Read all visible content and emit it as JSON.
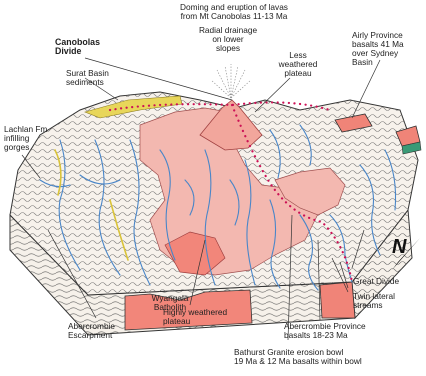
{
  "figure": {
    "colors": {
      "plateau": "#f3b8b0",
      "basalt": "#f08478",
      "batholith": "#f2867a",
      "rivers": "#4a86c8",
      "divide": "#cc1155",
      "sediments": "#e8d65a",
      "block_side": "#f6f1ea",
      "outline": "#333333"
    },
    "labels": {
      "doming": "Doming and eruption of lavas\nfrom Mt Canobolas 11-13 Ma",
      "radial": "Radial drainage\non lower\nslopes",
      "canobolas_divide": "Canobolas\nDivide",
      "surat": "Surat Basin\nsediments",
      "lachlan": "Lachlan Fm\ninfilling\ngorges",
      "less_weathered": "Less\nweathered\nplateau",
      "airly": "Airly Province\nbasalts 41 Ma\nover Sydney\nBasin",
      "wyangala": "Wyangala\nBatholith",
      "abercrombie_escarpment": "Abercrombie\nEscarpment",
      "highly_weathered": "Highly weathered\nplateau",
      "bathurst": "Bathurst Granite erosion bowl\n19 Ma & 12 Ma basalts within bowl",
      "abercrombie_province": "Abercrombie Province\nbasalts 18-23 Ma",
      "great_divide": "Great Divide",
      "twin_lateral": "Twin lateral\nstreams",
      "north": "N"
    }
  }
}
